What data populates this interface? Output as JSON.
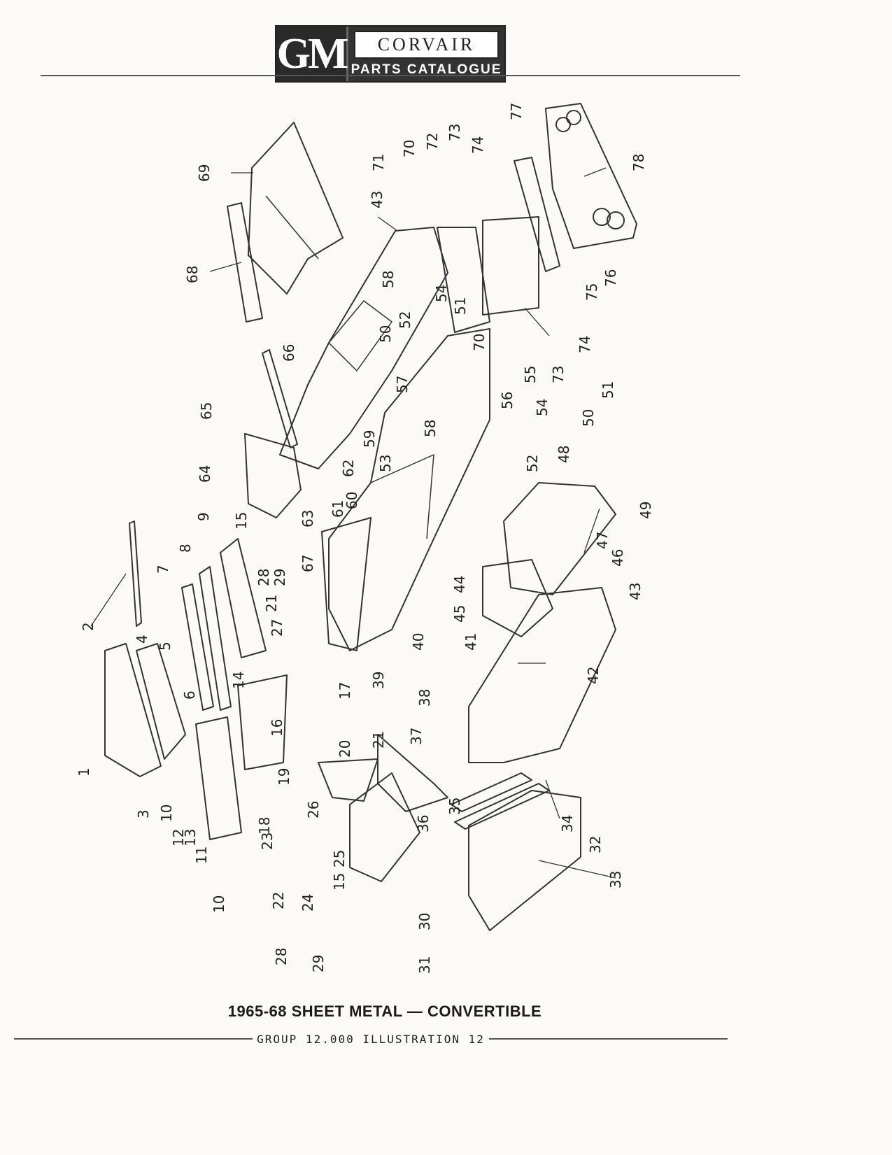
{
  "header": {
    "logo_mark": "GM",
    "brand": "CORVAIR",
    "subtitle": "PARTS CATALOGUE"
  },
  "diagram": {
    "callouts": [
      "1",
      "2",
      "3",
      "4",
      "5",
      "6",
      "7",
      "8",
      "9",
      "10",
      "11",
      "12",
      "13",
      "14",
      "15",
      "16",
      "17",
      "18",
      "19",
      "20",
      "21",
      "22",
      "23",
      "24",
      "25",
      "26",
      "27",
      "28",
      "29",
      "30",
      "31",
      "32",
      "33",
      "34",
      "35",
      "36",
      "37",
      "38",
      "39",
      "40",
      "41",
      "42",
      "43",
      "44",
      "45",
      "46",
      "47",
      "48",
      "49",
      "50",
      "51",
      "52",
      "53",
      "54",
      "55",
      "56",
      "57",
      "58",
      "59",
      "60",
      "61",
      "62",
      "63",
      "64",
      "65",
      "66",
      "67",
      "68",
      "69",
      "70",
      "71",
      "72",
      "73",
      "74",
      "75",
      "76",
      "77",
      "78"
    ]
  },
  "caption": "1965-68 SHEET METAL — CONVERTIBLE",
  "footer": {
    "label": "GROUP 12.000 ILLUSTRATION 12"
  }
}
